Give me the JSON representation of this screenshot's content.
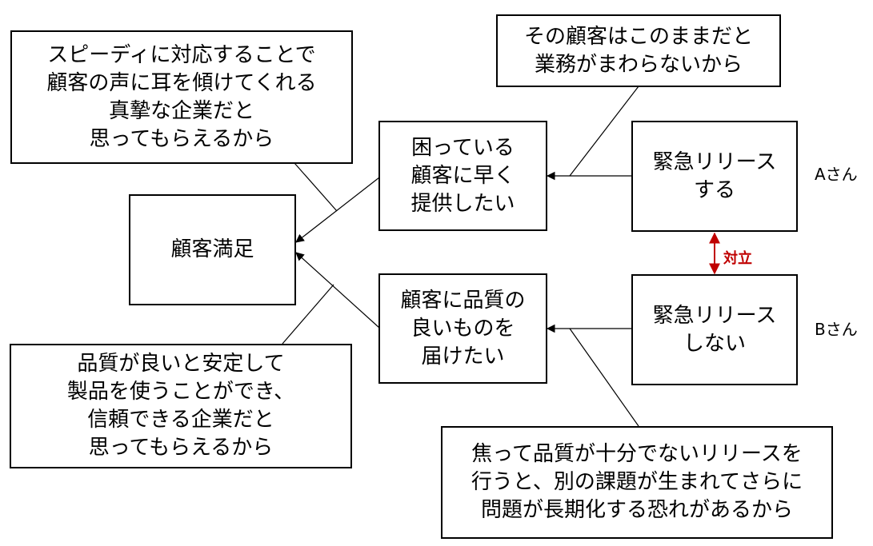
{
  "nodes": {
    "satisfaction": "顧客満足",
    "fast_delivery": "困っている\n顧客に早く\n提供したい",
    "quality_delivery": "顧客に品質の\n良いものを\n届けたい",
    "release_urgent": "緊急リリース\nする",
    "release_no_urgent": "緊急リリース\nしない",
    "reason_speedy": "スピーディに対応することで\n顧客の声に耳を傾けてくれる\n真摯な企業だと\n思ってもらえるから",
    "reason_business": "その顧客はこのままだと\n業務がまわらないから",
    "reason_quality": "品質が良いと安定して\n製品を使うことができ、\n信頼できる企業だと\n思ってもらえるから",
    "reason_risk": "焦って品質が十分でないリリースを\n行うと、別の課題が生まれてさらに\n問題が長期化する恐れがあるから"
  },
  "labels": {
    "person_a": "Aさん",
    "person_b": "Bさん",
    "conflict": "対立"
  },
  "colors": {
    "conflict": "#c00000",
    "line": "#000000"
  }
}
